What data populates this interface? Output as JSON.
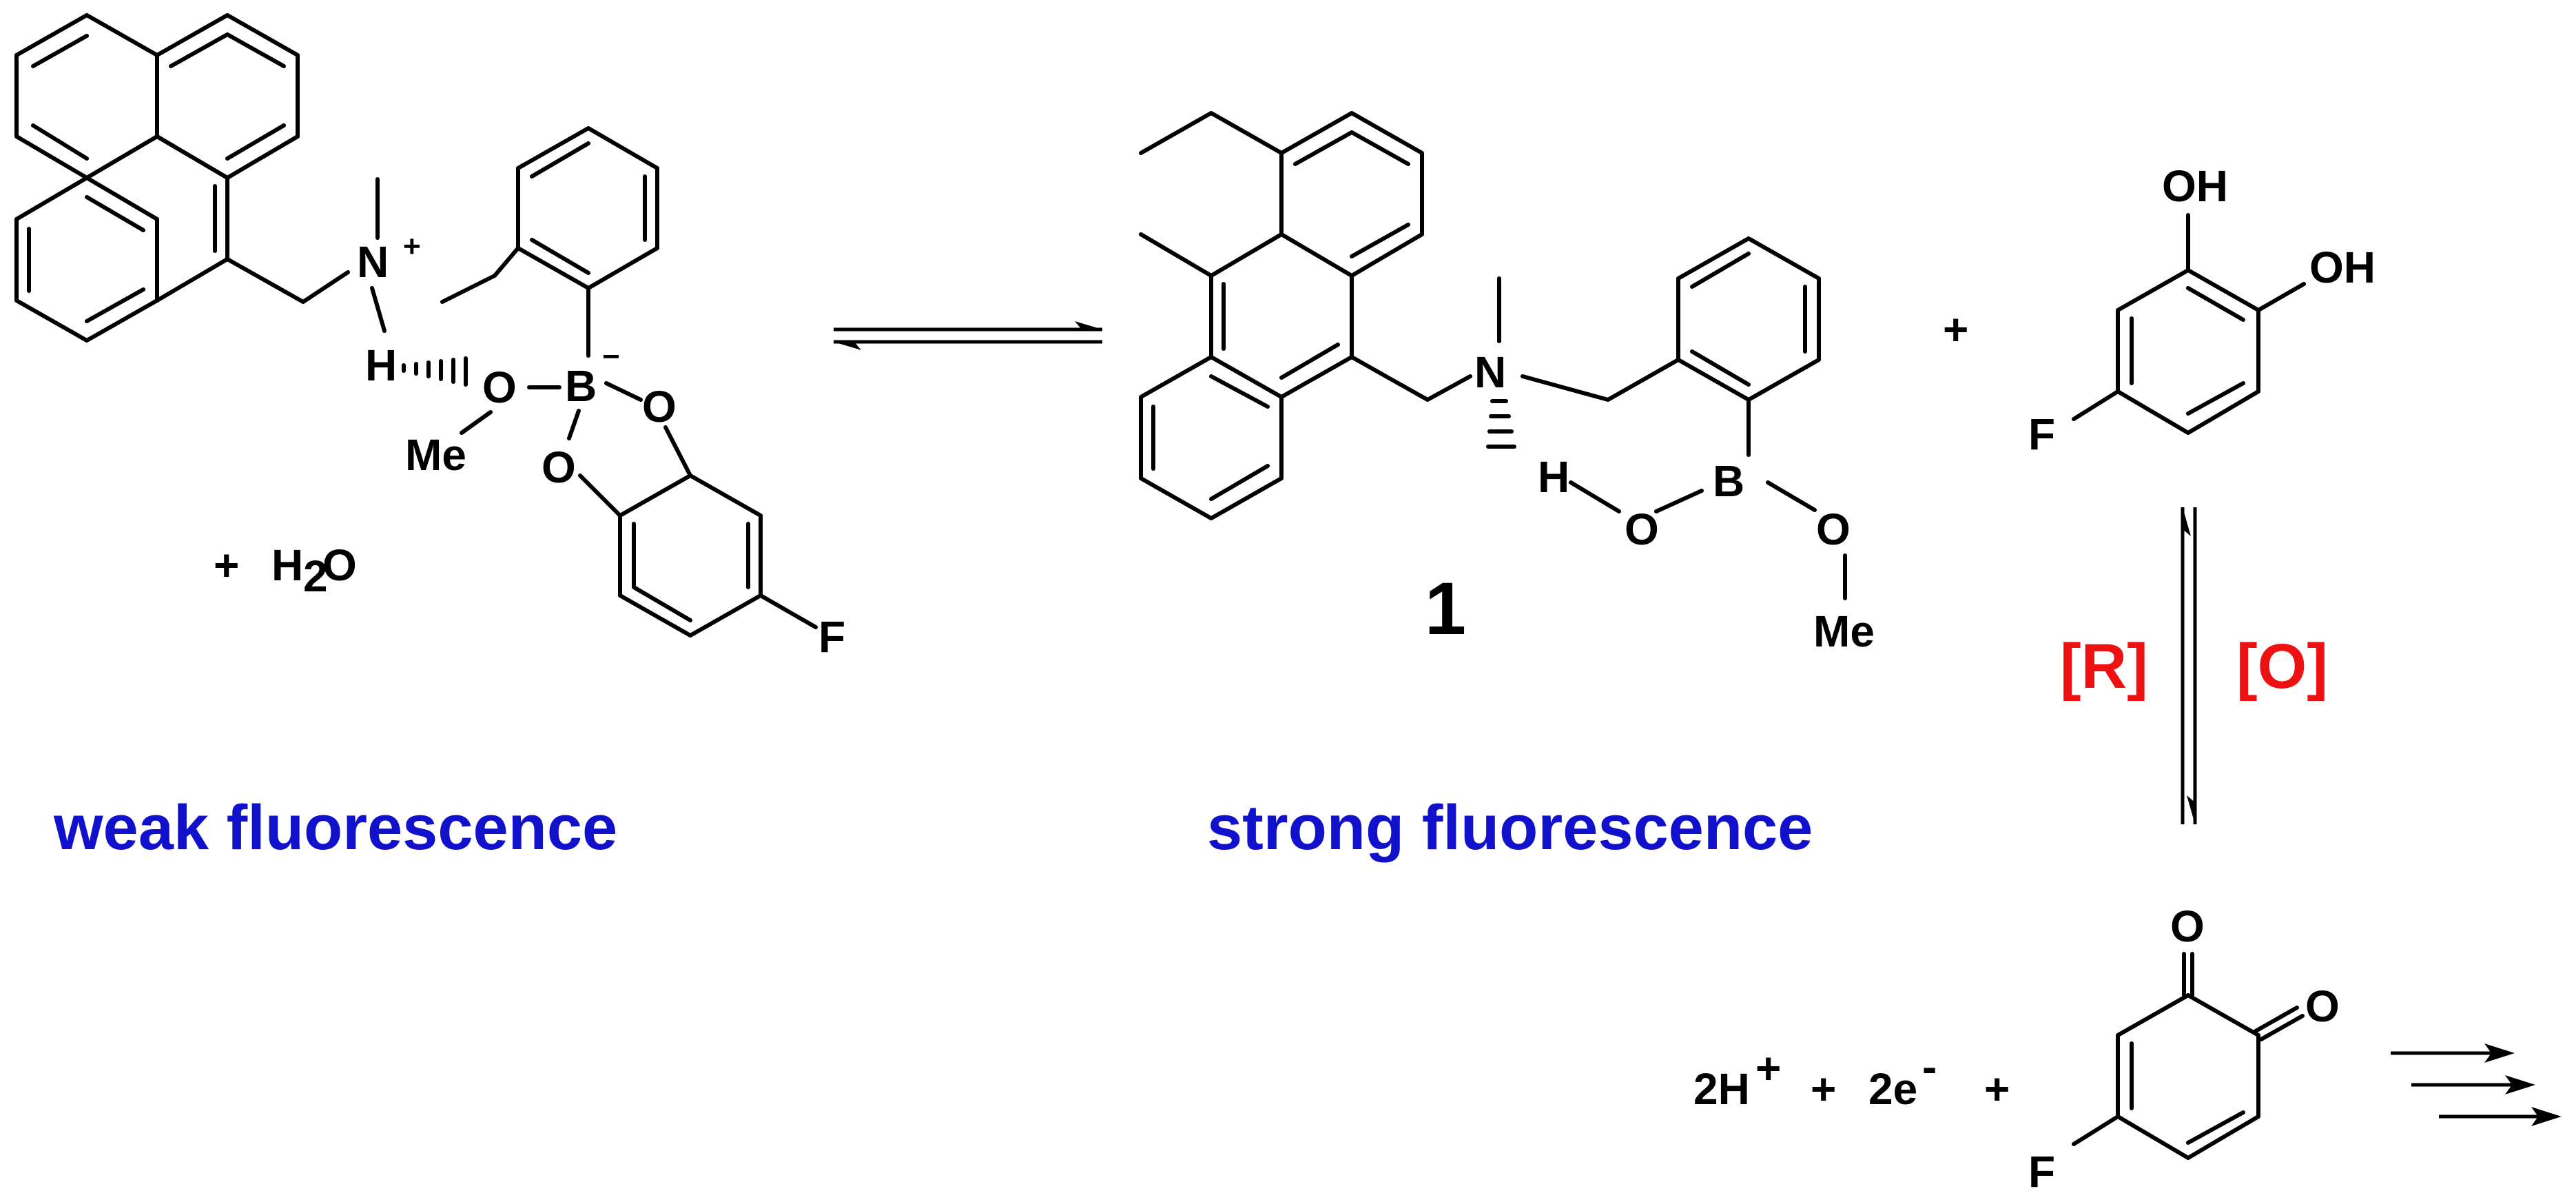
{
  "labels": {
    "weak": "weak fluorescence",
    "strong": "strong fluorescence",
    "reduce": "[R]",
    "oxidize": "[O]",
    "compound_number": "1"
  },
  "reagents": {
    "plus": "+",
    "water": "H",
    "water_sub": "2",
    "water_o": "O",
    "protons": "2H",
    "protons_sup": "+",
    "electrons": "2e",
    "electrons_sup": "-"
  },
  "atoms": {
    "N": "N",
    "N_charge": "+",
    "H": "H",
    "O": "O",
    "B": "B",
    "B_charge": "−",
    "Me": "Me",
    "F": "F",
    "OH": "OH"
  },
  "colors": {
    "label_blue": "#1111cc",
    "label_red": "#ee1111"
  }
}
